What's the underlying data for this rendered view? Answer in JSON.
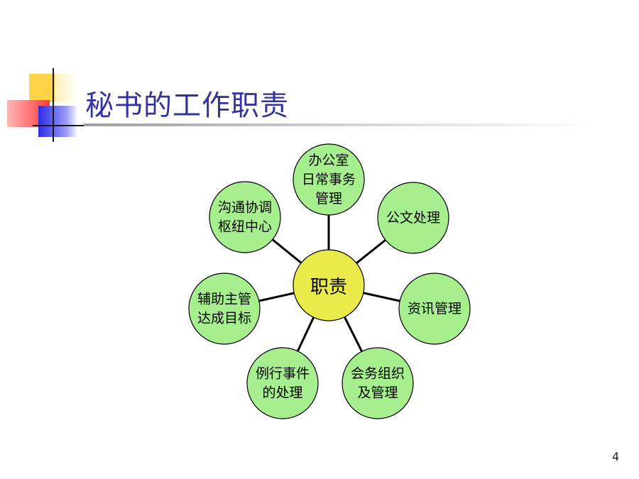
{
  "slide": {
    "title": "秘书的工作职责",
    "page_number": "4"
  },
  "diagram": {
    "center": {
      "label": "职责",
      "color": "#eaea4a"
    },
    "node_color": "#a6ee8e",
    "nodes": [
      {
        "id": "office-affairs",
        "lines": [
          "办公室",
          "日常事务",
          "管理"
        ]
      },
      {
        "id": "documents",
        "lines": [
          "公文处理"
        ]
      },
      {
        "id": "information",
        "lines": [
          "资讯管理"
        ]
      },
      {
        "id": "meetings",
        "lines": [
          "会务组织",
          "及管理"
        ]
      },
      {
        "id": "routine",
        "lines": [
          "例行事件",
          "的处理"
        ]
      },
      {
        "id": "assist-leader",
        "lines": [
          "辅助主管",
          "达成目标"
        ]
      },
      {
        "id": "communication",
        "lines": [
          "沟通协调",
          "枢纽中心"
        ]
      }
    ]
  },
  "colors": {
    "title": "#3333a0",
    "deco_yellow": "#ffd24a",
    "deco_red": "#ff3a3a",
    "deco_blue": "#2a2ae8"
  }
}
